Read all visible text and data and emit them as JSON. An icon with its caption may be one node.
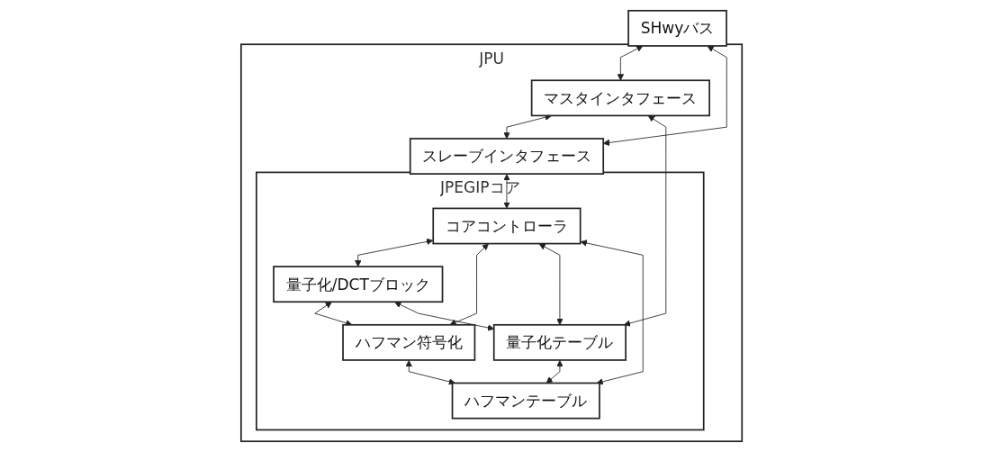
{
  "diagram": {
    "nodes": [
      {
        "text": [
          "JPU"
        ]
      },
      {
        "text": [
          "SHwyバス"
        ]
      },
      {
        "text": [
          "マスタインタフェース"
        ],
        "in": 0
      },
      {
        "text": [
          "スレーブインタフェース"
        ],
        "in": 0
      },
      {
        "text": [
          "JPEGIPコア"
        ],
        "in": 0
      },
      {
        "text": [
          "量子化/DCTブロック"
        ],
        "in": 4
      },
      {
        "text": [
          "ハフマン符号化"
        ],
        "in": 4
      },
      {
        "text": [
          "量子化テーブル"
        ],
        "in": 4
      },
      {
        "text": [
          "ハフマンテーブル"
        ],
        "in": 4
      },
      {
        "text": [
          "コアコントローラ"
        ],
        "in": 4
      }
    ],
    "edges": [
      {
        "from": 1,
        "to": 2,
        "arrow": "both"
      },
      {
        "from": 1,
        "to": 3,
        "arrow": "both"
      },
      {
        "from": 2,
        "to": 3,
        "arrow": "both"
      },
      {
        "from": 2,
        "to": 7,
        "arrow": "both"
      },
      {
        "from": 3,
        "to": 9,
        "arrow": "both"
      },
      {
        "from": 5,
        "to": 6,
        "arrow": "both"
      },
      {
        "from": 5,
        "to": 7,
        "arrow": "both"
      },
      {
        "from": 6,
        "to": 8,
        "arrow": "both"
      },
      {
        "from": 7,
        "to": 8,
        "arrow": "both"
      },
      {
        "from": 9,
        "to": 5,
        "arrow": "both"
      },
      {
        "from": 9,
        "to": 6,
        "arrow": "both"
      },
      {
        "from": 9,
        "to": 7,
        "arrow": "both"
      },
      {
        "from": 9,
        "to": 8,
        "arrow": "both"
      }
    ]
  }
}
